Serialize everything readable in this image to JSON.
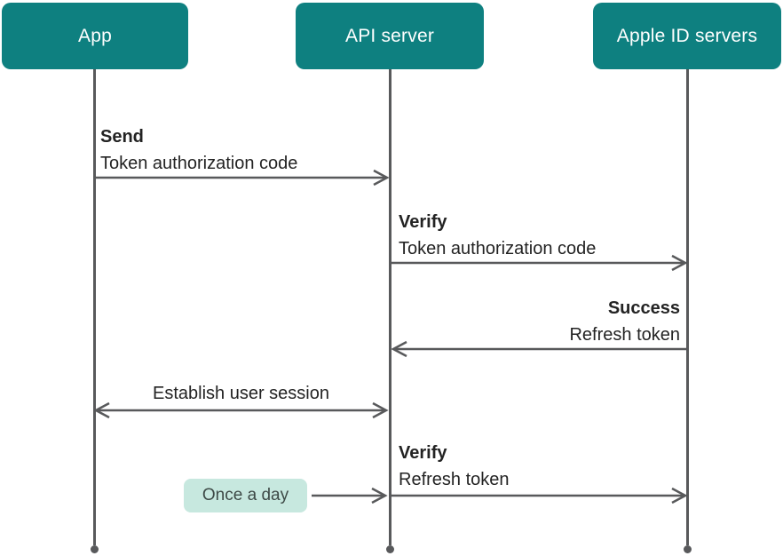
{
  "diagram": {
    "actors": [
      {
        "id": "app",
        "label": "App"
      },
      {
        "id": "api-server",
        "label": "API server"
      },
      {
        "id": "apple-id-servers",
        "label": "Apple ID servers"
      }
    ],
    "messages": [
      {
        "title": "Send",
        "subtitle": "Token authorization code",
        "from": "app",
        "to": "api-server",
        "direction": "right"
      },
      {
        "title": "Verify",
        "subtitle": "Token authorization code",
        "from": "api-server",
        "to": "apple-id-servers",
        "direction": "right"
      },
      {
        "title": "Success",
        "subtitle": "Refresh token",
        "from": "apple-id-servers",
        "to": "api-server",
        "direction": "left"
      },
      {
        "label": "Establish user session",
        "from": "app",
        "to": "api-server",
        "direction": "both"
      },
      {
        "title": "Verify",
        "subtitle": "Refresh token",
        "from": "api-server",
        "to": "apple-id-servers",
        "direction": "right"
      }
    ],
    "note": {
      "label": "Once a day",
      "attached_to": "api-server"
    },
    "colors": {
      "actor_bg": "#0E8080",
      "actor_text": "#FFFFFF",
      "line": "#58595B",
      "text": "#232323",
      "note_bg": "#C7E8DF",
      "note_text": "#3E4A47"
    }
  }
}
